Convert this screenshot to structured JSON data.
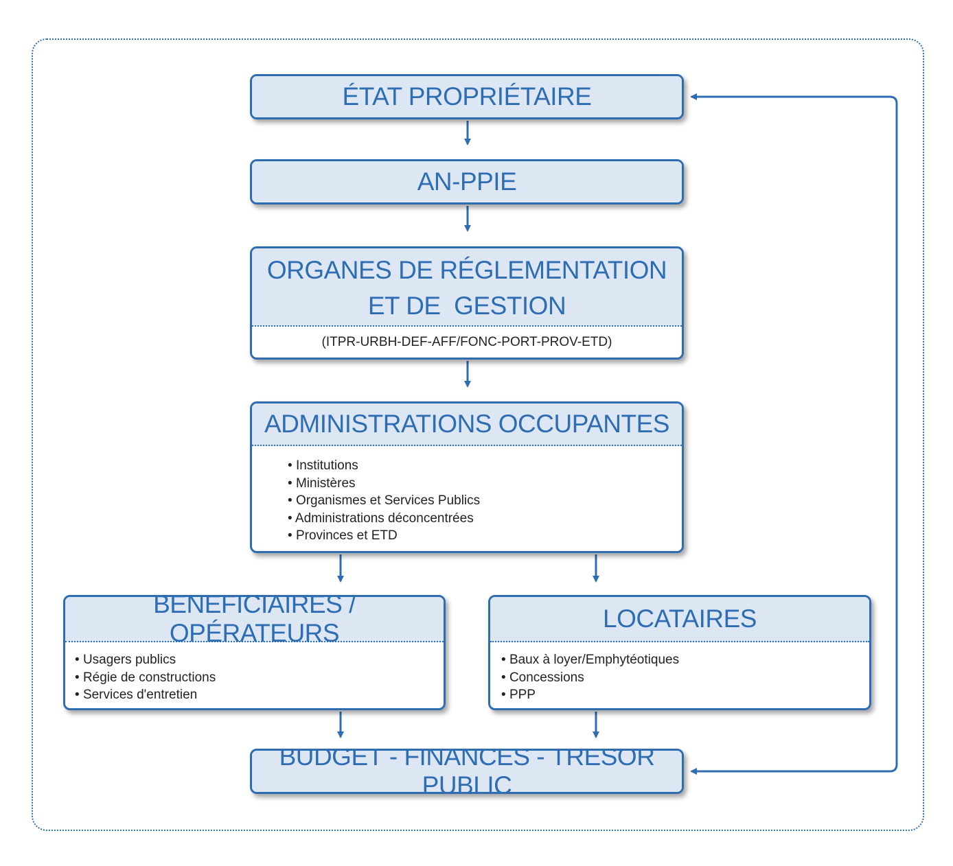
{
  "colors": {
    "primary": "#2f6db3",
    "header_fill": "#dce7f3",
    "text": "#222222"
  },
  "nodes": {
    "etat": {
      "title": "ÉTAT PROPRIÉTAIRE"
    },
    "anppie": {
      "title": "AN-PPIE"
    },
    "organes": {
      "title_line1": "ORGANES DE RÉGLEMENTATION",
      "title_line2": "ET DE  GESTION",
      "subtitle": "(ITPR-URBH-DEF-AFF/FONC-PORT-PROV-ETD)"
    },
    "administrations": {
      "title": "ADMINISTRATIONS OCCUPANTES",
      "items": [
        "Institutions",
        "Ministères",
        "Organismes et Services Publics",
        "Administrations déconcentrées",
        "Provinces et ETD"
      ]
    },
    "beneficiaires": {
      "title": "BÉNÉFICIAIRES / OPÉRATEURS",
      "items": [
        "Usagers publics",
        "Régie de constructions",
        "Services d'entretien"
      ]
    },
    "locataires": {
      "title": "LOCATAIRES",
      "items": [
        "Baux à loyer/Emphytéotiques",
        "Concessions",
        "PPP"
      ]
    },
    "budget": {
      "title": "BUDGET - FINANCES - TRÉSOR PUBLIC"
    }
  }
}
